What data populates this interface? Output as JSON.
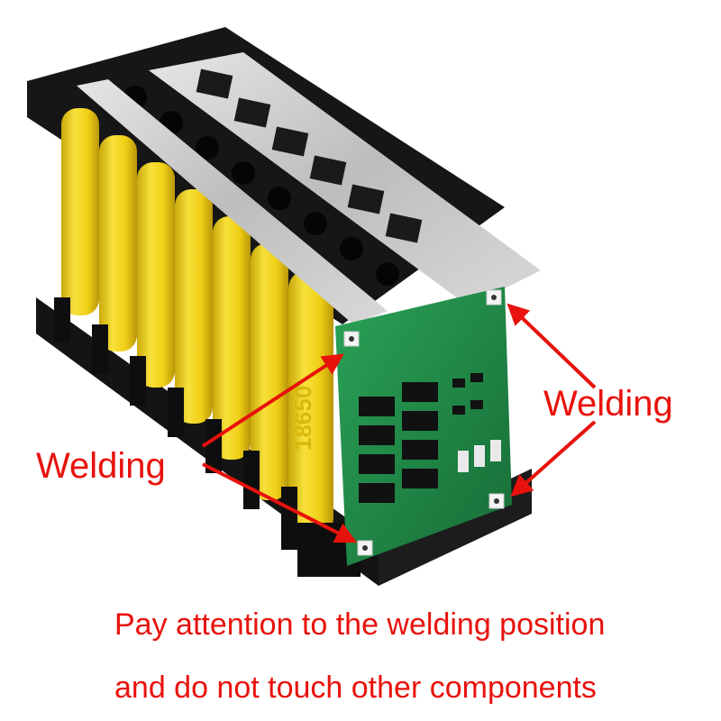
{
  "labels": {
    "welding_left": "Welding",
    "welding_right": "Welding"
  },
  "note": {
    "line1": "Pay attention to the welding position",
    "line2": "and do not touch other components"
  },
  "cells": {
    "marking": "18650"
  },
  "colors": {
    "annotation": "#e8120c",
    "cell": "#f2d41d",
    "holder": "#141414",
    "nickel_strip": "#c9c9c9",
    "pcb": "#1f8a45"
  }
}
